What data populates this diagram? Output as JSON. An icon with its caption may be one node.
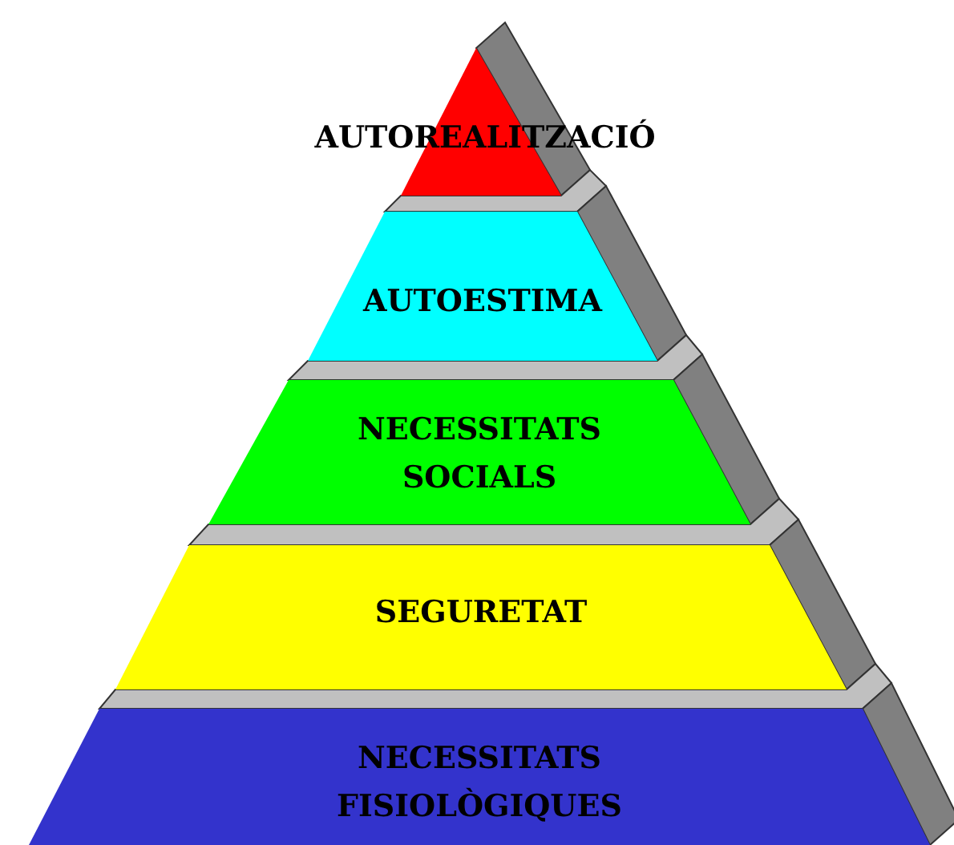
{
  "diagram": {
    "nodes": [
      {
        "text": [
          "AUTOREALITZACIÓ"
        ]
      },
      {
        "text": [
          "AUTOESTIMA"
        ]
      },
      {
        "text": [
          "NECESSITATS SOCIALS"
        ]
      },
      {
        "text": [
          "SEGURETAT"
        ]
      },
      {
        "text": [
          "NECESSITATS FISIOLÒGIQUES"
        ]
      }
    ]
  }
}
